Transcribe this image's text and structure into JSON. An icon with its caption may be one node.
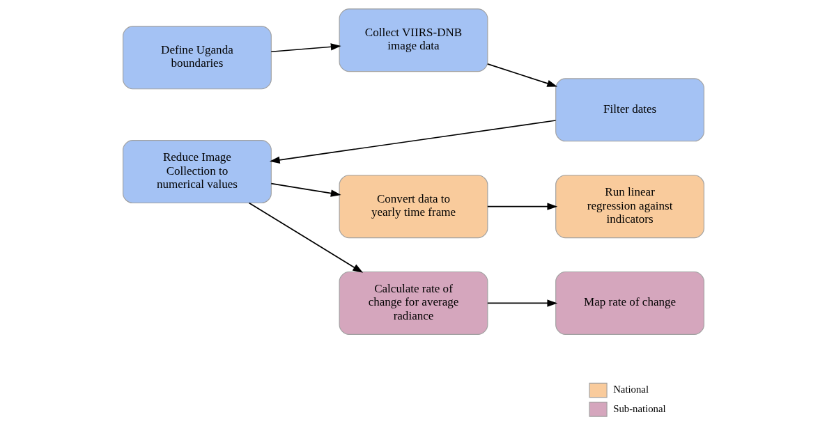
{
  "diagram": {
    "nodes": [
      {
        "text": [
          "Define Uganda boundaries"
        ]
      },
      {
        "text": [
          "Collect VIIRS-DNB image data"
        ]
      },
      {
        "text": [
          "Filter dates"
        ]
      },
      {
        "text": [
          "Reduce Image Collection to numerical values"
        ]
      },
      {
        "text": [
          "Convert data to yearly time frame"
        ]
      },
      {
        "text": [
          "Run linear regression against indicators"
        ]
      },
      {
        "text": [
          "Calculate rate of change for average radiance"
        ]
      },
      {
        "text": [
          "Map rate of change"
        ]
      }
    ],
    "edges": [
      {
        "from": 0,
        "to": 1,
        "arrow": "to"
      },
      {
        "from": 1,
        "to": 2,
        "arrow": "to"
      },
      {
        "from": 2,
        "to": 3,
        "arrow": "to"
      },
      {
        "from": 3,
        "to": 4,
        "arrow": "to"
      },
      {
        "from": 4,
        "to": 5,
        "arrow": "to"
      },
      {
        "from": 3,
        "to": 6,
        "arrow": "to"
      },
      {
        "from": 6,
        "to": 7,
        "arrow": "to"
      }
    ],
    "legend": [
      {
        "text": "National",
        "color": "#f9cb9c"
      },
      {
        "text": "Sub-national",
        "color": "#d5a6bd"
      }
    ]
  }
}
